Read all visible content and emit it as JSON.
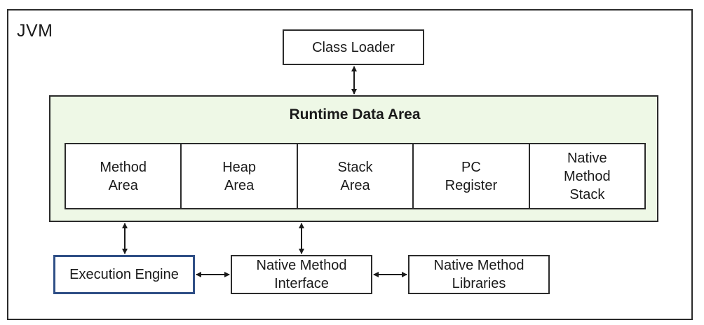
{
  "jvm": {
    "label": "JVM"
  },
  "class_loader": {
    "label": "Class Loader"
  },
  "runtime_data_area": {
    "title": "Runtime Data Area",
    "areas": [
      {
        "label": "Method\nArea"
      },
      {
        "label": "Heap\nArea"
      },
      {
        "label": "Stack\nArea"
      },
      {
        "label": "PC\nRegister"
      },
      {
        "label": "Native\nMethod\nStack"
      }
    ]
  },
  "execution_engine": {
    "label": "Execution Engine",
    "border_color": "#2f4f86"
  },
  "native_method_interface": {
    "label": "Native Method\nInterface"
  },
  "native_method_libraries": {
    "label": "Native Method\nLibraries"
  },
  "colors": {
    "runtime_fill": "#eef8e6",
    "border": "#2b2b2b"
  }
}
